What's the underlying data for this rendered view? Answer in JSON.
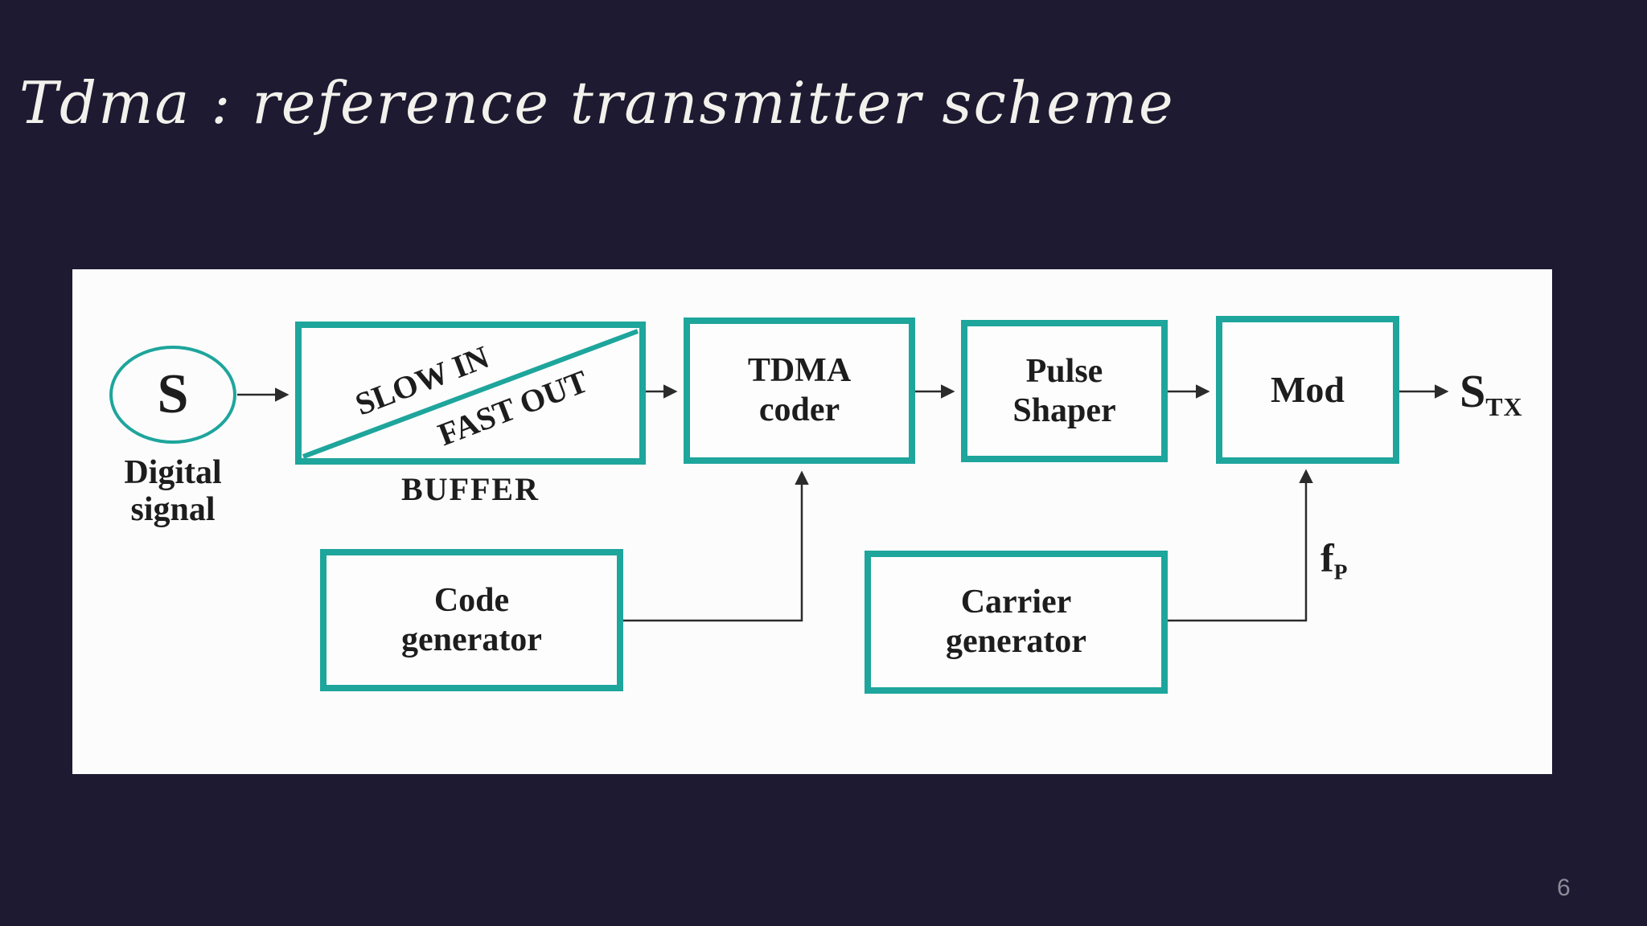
{
  "slide": {
    "title": "Tdma : reference transmitter scheme",
    "page_number": "6",
    "colors": {
      "background": "#1d1a31",
      "title_text": "#f3f1ec",
      "panel_background": "#fcfcfc",
      "box_border_teal": "#1ea59c",
      "diagram_text": "#1d1d1d",
      "connector_line": "#2b2b2b",
      "page_number_text": "#8d8b99"
    }
  },
  "diagram": {
    "source": {
      "symbol": "S",
      "label_line1": "Digital",
      "label_line2": "signal"
    },
    "buffer": {
      "upper_label": "SLOW IN",
      "lower_label": "FAST OUT",
      "caption": "BUFFER"
    },
    "tdma_coder": {
      "line1": "TDMA",
      "line2": "coder"
    },
    "pulse_shaper": {
      "line1": "Pulse",
      "line2": "Shaper"
    },
    "modulator": {
      "label": "Mod"
    },
    "code_generator": {
      "line1": "Code",
      "line2": "generator"
    },
    "carrier_generator": {
      "line1": "Carrier",
      "line2": "generator"
    },
    "output_signal": {
      "base": "S",
      "subscript": "TX"
    },
    "carrier_frequency": {
      "base": "f",
      "subscript": "P"
    }
  }
}
